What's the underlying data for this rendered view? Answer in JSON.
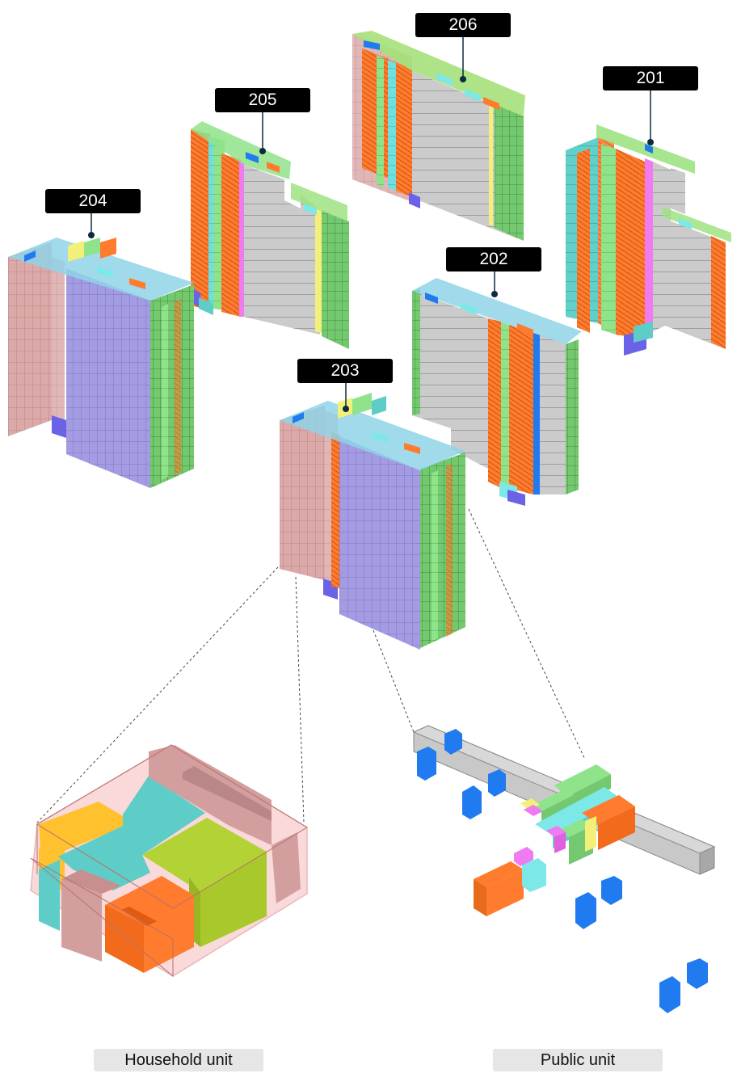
{
  "buildings": [
    {
      "id": "b206",
      "label": "206"
    },
    {
      "id": "b201",
      "label": "201"
    },
    {
      "id": "b205",
      "label": "205"
    },
    {
      "id": "b204",
      "label": "204"
    },
    {
      "id": "b202",
      "label": "202"
    },
    {
      "id": "b203",
      "label": "203"
    }
  ],
  "captions": {
    "household": "Household unit",
    "public": "Public unit"
  },
  "colors": {
    "residential_pink": "#d8a8a8",
    "residential_purple": "#a29be0",
    "corridor_gray": "#c6c6c6",
    "orange": "#ff7b2e",
    "green": "#8fe38a",
    "cyan": "#7de8e8",
    "blue": "#1f7bef",
    "yellow": "#f3f07a",
    "magenta": "#f07af0",
    "teal": "#5ecdc8",
    "olive": "#b3d236",
    "amber": "#ffc12e",
    "grid_green": "#6fcf6f"
  }
}
